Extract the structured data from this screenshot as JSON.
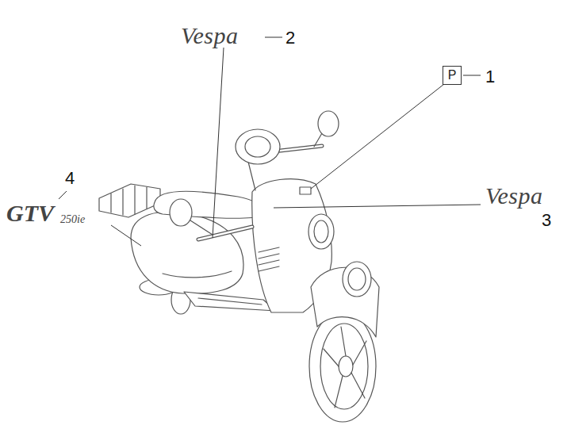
{
  "diagram": {
    "nodes": [
      {
        "text": [
          "P"
        ]
      }
    ],
    "labels": [
      "Vespa",
      "2",
      "1",
      "Vespa",
      "3",
      "4",
      "GTV",
      "250ie"
    ]
  }
}
